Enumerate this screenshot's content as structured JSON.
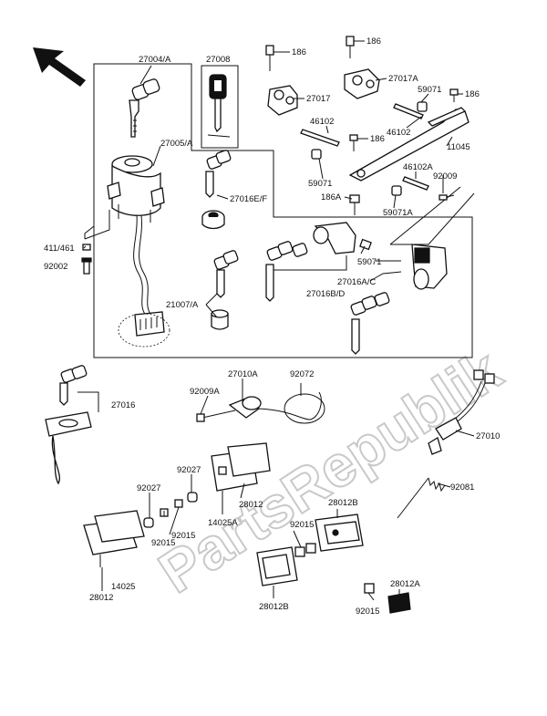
{
  "watermark": "PartsRepublik",
  "labels": {
    "p27004A": "27004/A",
    "p27008": "27008",
    "p27005A": "27005/A",
    "p27016EF": "27016E/F",
    "p411461": "411/461",
    "p92002": "92002",
    "p21007A": "21007/A",
    "p186a": "186",
    "p186b": "186",
    "p27017": "27017",
    "p27017A": "27017A",
    "p46102a": "46102",
    "p59071a": "59071",
    "p186c": "186",
    "p46102b": "46102",
    "p11045": "11045",
    "p59071b": "59071",
    "p186d": "186",
    "p46102A": "46102A",
    "p92009": "92009",
    "p186A": "186A",
    "p59071A": "59071A",
    "p59071c": "59071",
    "p27016AC": "27016A/C",
    "p27016BD": "27016B/D",
    "p27016": "27016",
    "p27010A": "27010A",
    "p92072": "92072",
    "p92009A": "92009A",
    "p27010": "27010",
    "p92027a": "92027",
    "p28012a": "28012",
    "p14025A": "14025A",
    "p92027b": "92027",
    "p92015a": "92015",
    "p92015b": "92015",
    "p14025": "14025",
    "p28012b": "28012",
    "p92081": "92081",
    "p28012B": "28012B",
    "p92015c": "92015",
    "p28012Bb": "28012B",
    "p28012A": "28012A",
    "p92015d": "92015"
  }
}
